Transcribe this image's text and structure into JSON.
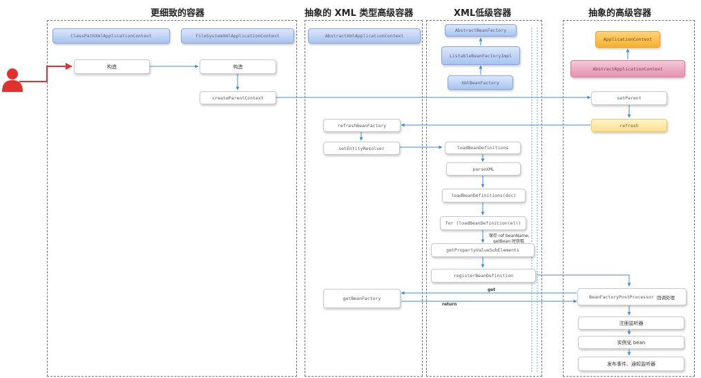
{
  "lanes": {
    "detail": "更细致的容器",
    "abstract_xml": "抽象的 XML 类型高级容器",
    "xml_low": "XML低级容器",
    "abstract_high": "抽象的高级容器"
  },
  "boxes": {
    "classpath_ctx": "ClassPathXmlApplicationContext",
    "filesystem_ctx": "FileSystemXmlApplicationContext",
    "construct_1": "构造",
    "construct_2": "构造",
    "create_parent_ctx": "createParentContext",
    "abstract_xml_ctx": "AbstractXmlApplicationContext",
    "refresh_bean_factory": "refreshBeanFactory",
    "set_entity_resolver": "setEntityResolver",
    "get_bean_factory": "getBeanFactory",
    "abstract_bean_factory": "AbstractBeanFactory",
    "listable_bean_factory_impl": "ListableBeanFactoryImpl",
    "xml_bean_factory": "XmlBeanFactory",
    "load_bean_definitions": "loadBeanDefinitions",
    "parse_xml": "parseXML",
    "load_bean_definitions_doc": "loadBeanDefinitions(doc)",
    "for_load_bean_definitions_el": "for (loadBeanDefinition(el))",
    "get_property_value_sub_elements": "getPropertyValueSubElements",
    "register_bean_definition": "registerBeanDefinition",
    "application_context": "ApplicationContext",
    "abstract_application_context": "AbstractApplicationContext",
    "set_parent": "setParent",
    "refresh": "refresh",
    "bean_factory_post_processor": "BeanFactoryPostProcessor",
    "callback_suffix": "回调处理",
    "register_listener": "注册监听器",
    "instantiate_bean": "实例化 bean",
    "publish_event": "发布事件、通知监听器"
  },
  "notes": {
    "save_ref_1": "保存 ref beanName,",
    "save_ref_2": "getBean 时获取",
    "get": "get",
    "return": "return"
  },
  "colors": {
    "person": "#e0312d",
    "arrow": "#3a8ee0",
    "blue_box": "#a8c3ef",
    "orange_box": "#f7b22e",
    "pink_box": "#e494b1",
    "yellow_box": "#fde08f"
  }
}
